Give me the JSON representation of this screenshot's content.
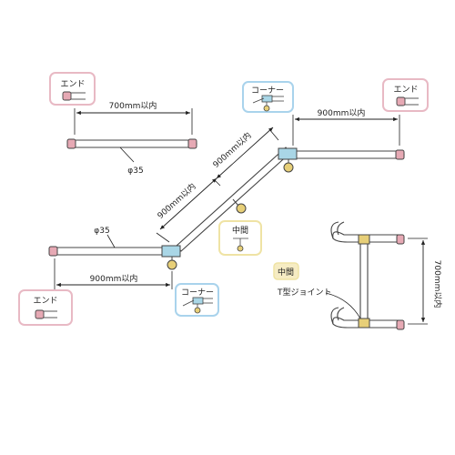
{
  "labels": {
    "end": "エンド",
    "corner": "コーナー",
    "middle": "中間",
    "t_joint": "T型ジョイント"
  },
  "dimensions": {
    "top_left_rail": "700mm以内",
    "top_right_rail": "900mm以内",
    "bottom_left_rail": "900mm以内",
    "diagonal_upper": "900mm以内",
    "diagonal_lower": "900mm以内",
    "vertical_rail": "700mm以内"
  },
  "diameters": {
    "top_rail": "φ35",
    "left_rail": "φ35"
  },
  "colors": {
    "end_box": "#e8b9c4",
    "corner_box": "#a9d3ec",
    "middle_box": "#efe3a4",
    "rail_end": "#e6a9b4",
    "joint": "#a9d6e6",
    "bracket": "#e7cf78"
  }
}
